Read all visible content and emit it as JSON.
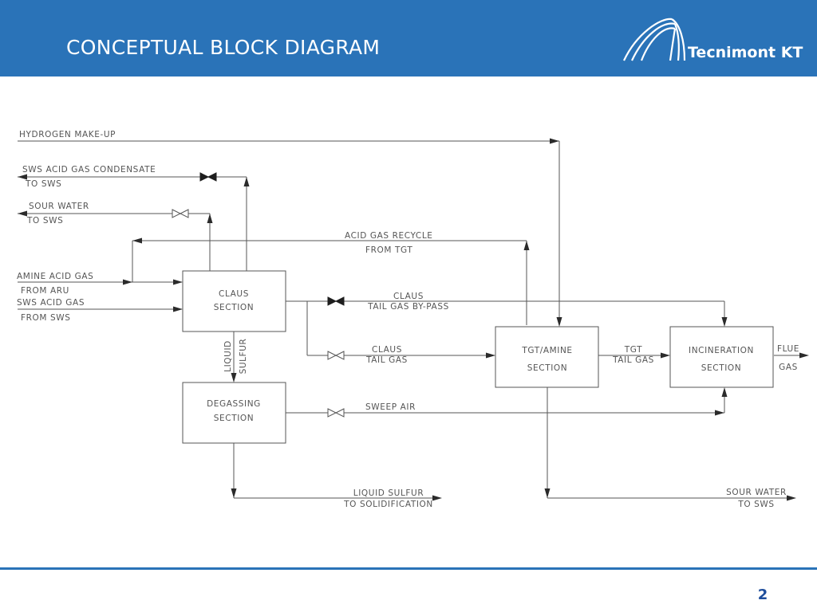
{
  "slide": {
    "title": "CONCEPTUAL BLOCK DIAGRAM",
    "logo_text": "Tecnimont KT",
    "page_number": "2",
    "colors": {
      "header": "#2a73b8",
      "line": "#555555",
      "page_number": "#1f4e9c"
    }
  },
  "diagram": {
    "blocks": {
      "claus": [
        "CLAUS",
        "SECTION"
      ],
      "degassing": [
        "DEGASSING",
        "SECTION"
      ],
      "tgt_amine": [
        "TGT/AMINE",
        "SECTION"
      ],
      "incineration": [
        "INCINERATION",
        "SECTION"
      ]
    },
    "streams": {
      "hydrogen_makeup": "HYDROGEN MAKE-UP",
      "sws_condensate": [
        "SWS ACID GAS CONDENSATE",
        "TO SWS"
      ],
      "sour_water_top": [
        "SOUR WATER",
        "TO SWS"
      ],
      "acid_gas_recycle": [
        "ACID GAS RECYCLE",
        "FROM TGT"
      ],
      "amine_acid_gas": [
        "AMINE ACID GAS",
        "FROM ARU"
      ],
      "sws_acid_gas": [
        "SWS ACID GAS",
        "FROM SWS"
      ],
      "claus_bypass": [
        "CLAUS",
        "TAIL GAS BY-PASS"
      ],
      "claus_tail_gas": [
        "CLAUS",
        "TAIL GAS"
      ],
      "tgt_tail_gas": [
        "TGT",
        "TAIL GAS"
      ],
      "flue_gas": [
        "FLUE",
        "GAS"
      ],
      "liquid_sulfur_vertical": [
        "LIQUID",
        "SULFUR"
      ],
      "sweep_air": "SWEEP AIR",
      "liquid_sulfur_out": [
        "LIQUID SULFUR",
        "TO SOLIDIFICATION"
      ],
      "sour_water_bottom": [
        "SOUR WATER",
        "TO SWS"
      ]
    }
  }
}
